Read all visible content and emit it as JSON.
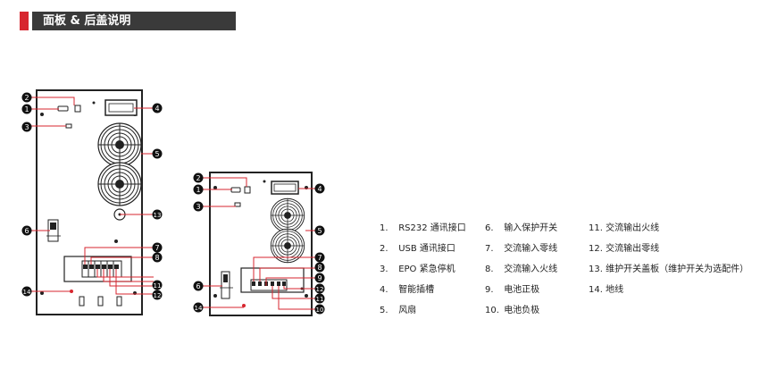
{
  "header": {
    "title": "面板 & 后盖说明",
    "accent": "#d7262f",
    "bar_color": "#3a3a3a"
  },
  "callouts": [
    "1",
    "2",
    "3",
    "4",
    "5",
    "6",
    "7",
    "8",
    "9",
    "10",
    "11",
    "12",
    "13",
    "14"
  ],
  "legend": {
    "col1": [
      {
        "num": "1.",
        "text": "RS232 通讯接口"
      },
      {
        "num": "2.",
        "text": "USB 通讯接口"
      },
      {
        "num": "3.",
        "text": "EPO 紧急停机"
      },
      {
        "num": "4.",
        "text": "智能插槽"
      },
      {
        "num": "5.",
        "text": "风扇"
      }
    ],
    "col2": [
      {
        "num": "6.",
        "text": "输入保护开关"
      },
      {
        "num": "7.",
        "text": "交流输入零线"
      },
      {
        "num": "8.",
        "text": "交流输入火线"
      },
      {
        "num": "9.",
        "text": "电池正极"
      },
      {
        "num": "10.",
        "text": "电池负极"
      }
    ],
    "col3": [
      {
        "num": "11.",
        "text": "交流输出火线"
      },
      {
        "num": "12.",
        "text": "交流输出零线"
      },
      {
        "num": "13.",
        "text": "维护开关盖板（维护开关为选配件）"
      },
      {
        "num": "14.",
        "text": "地线"
      }
    ]
  },
  "colors": {
    "callout_red": "#d7262f",
    "outline": "#222222"
  }
}
